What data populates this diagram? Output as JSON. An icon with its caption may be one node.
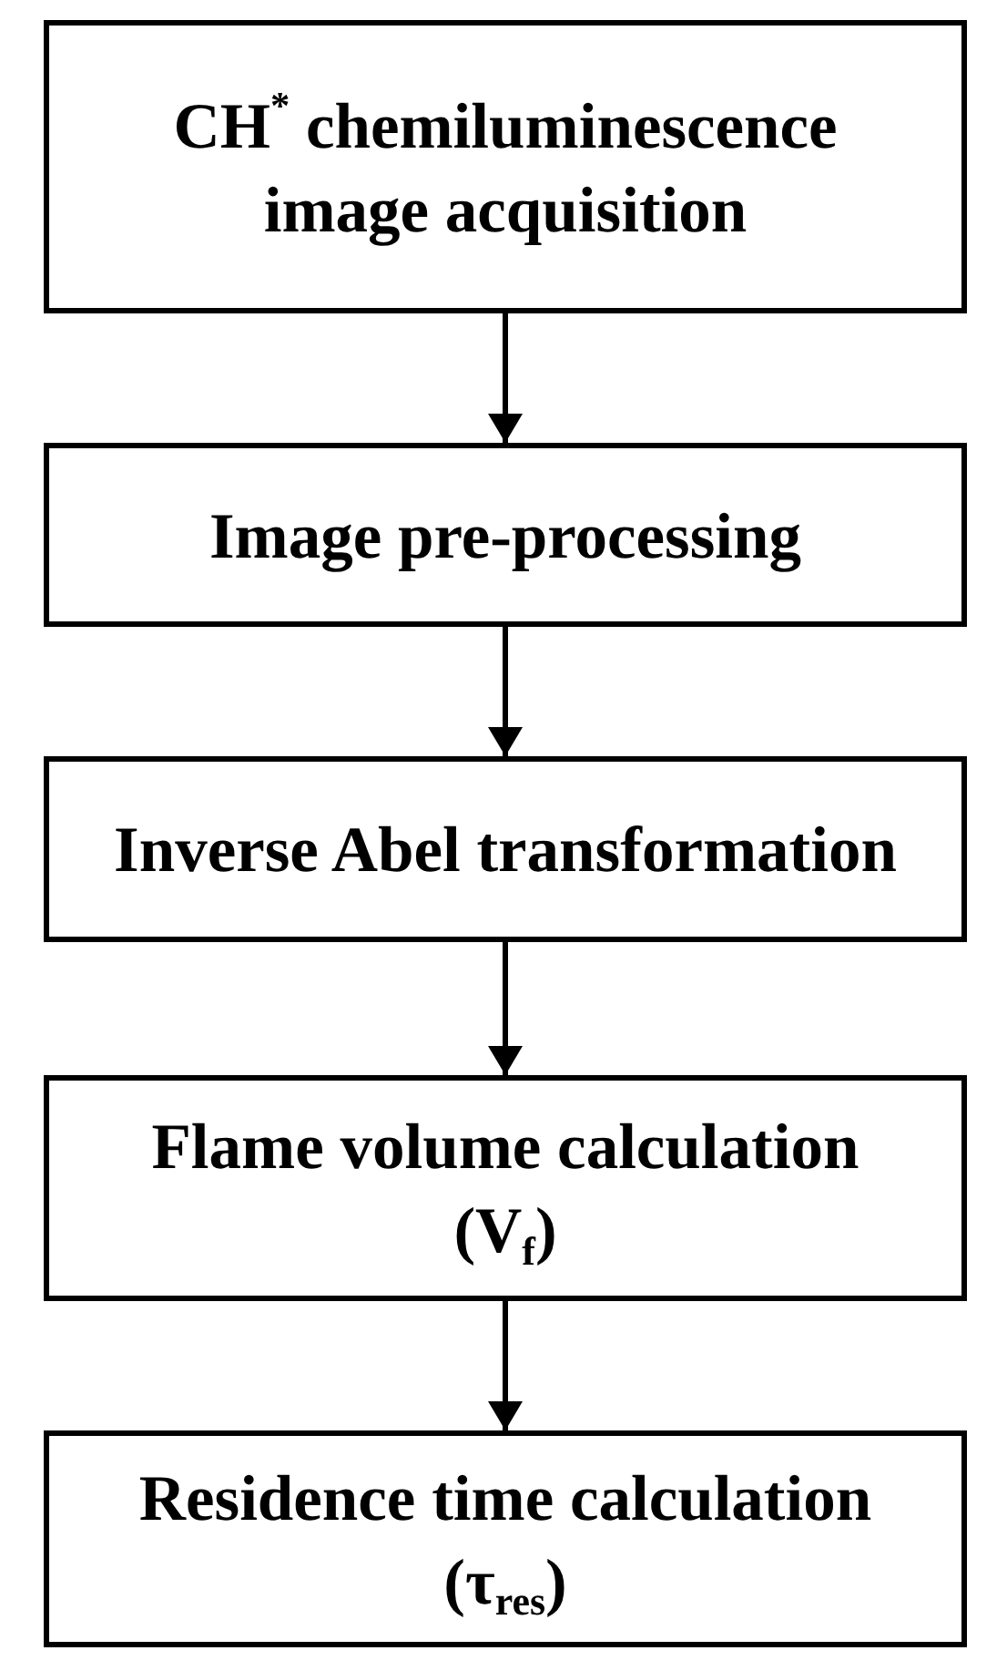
{
  "diagram": {
    "nodes": [
      {
        "text": [
          "CH$^{*}$ chemiluminescence image acquisition"
        ]
      },
      {
        "text": [
          "Image pre-processing"
        ]
      },
      {
        "text": [
          "Inverse Abel transformation"
        ]
      },
      {
        "text": [
          "Flame volume calculation",
          "(V$_{f}$)"
        ]
      },
      {
        "text": [
          "Residence time calculation",
          "(τ$_{res}$)"
        ]
      }
    ],
    "edges": [
      {
        "from": 0,
        "to": 1,
        "arrow": "to"
      },
      {
        "from": 1,
        "to": 2,
        "arrow": "to"
      },
      {
        "from": 2,
        "to": 3,
        "arrow": "to"
      },
      {
        "from": 3,
        "to": 4,
        "arrow": "to"
      }
    ]
  }
}
